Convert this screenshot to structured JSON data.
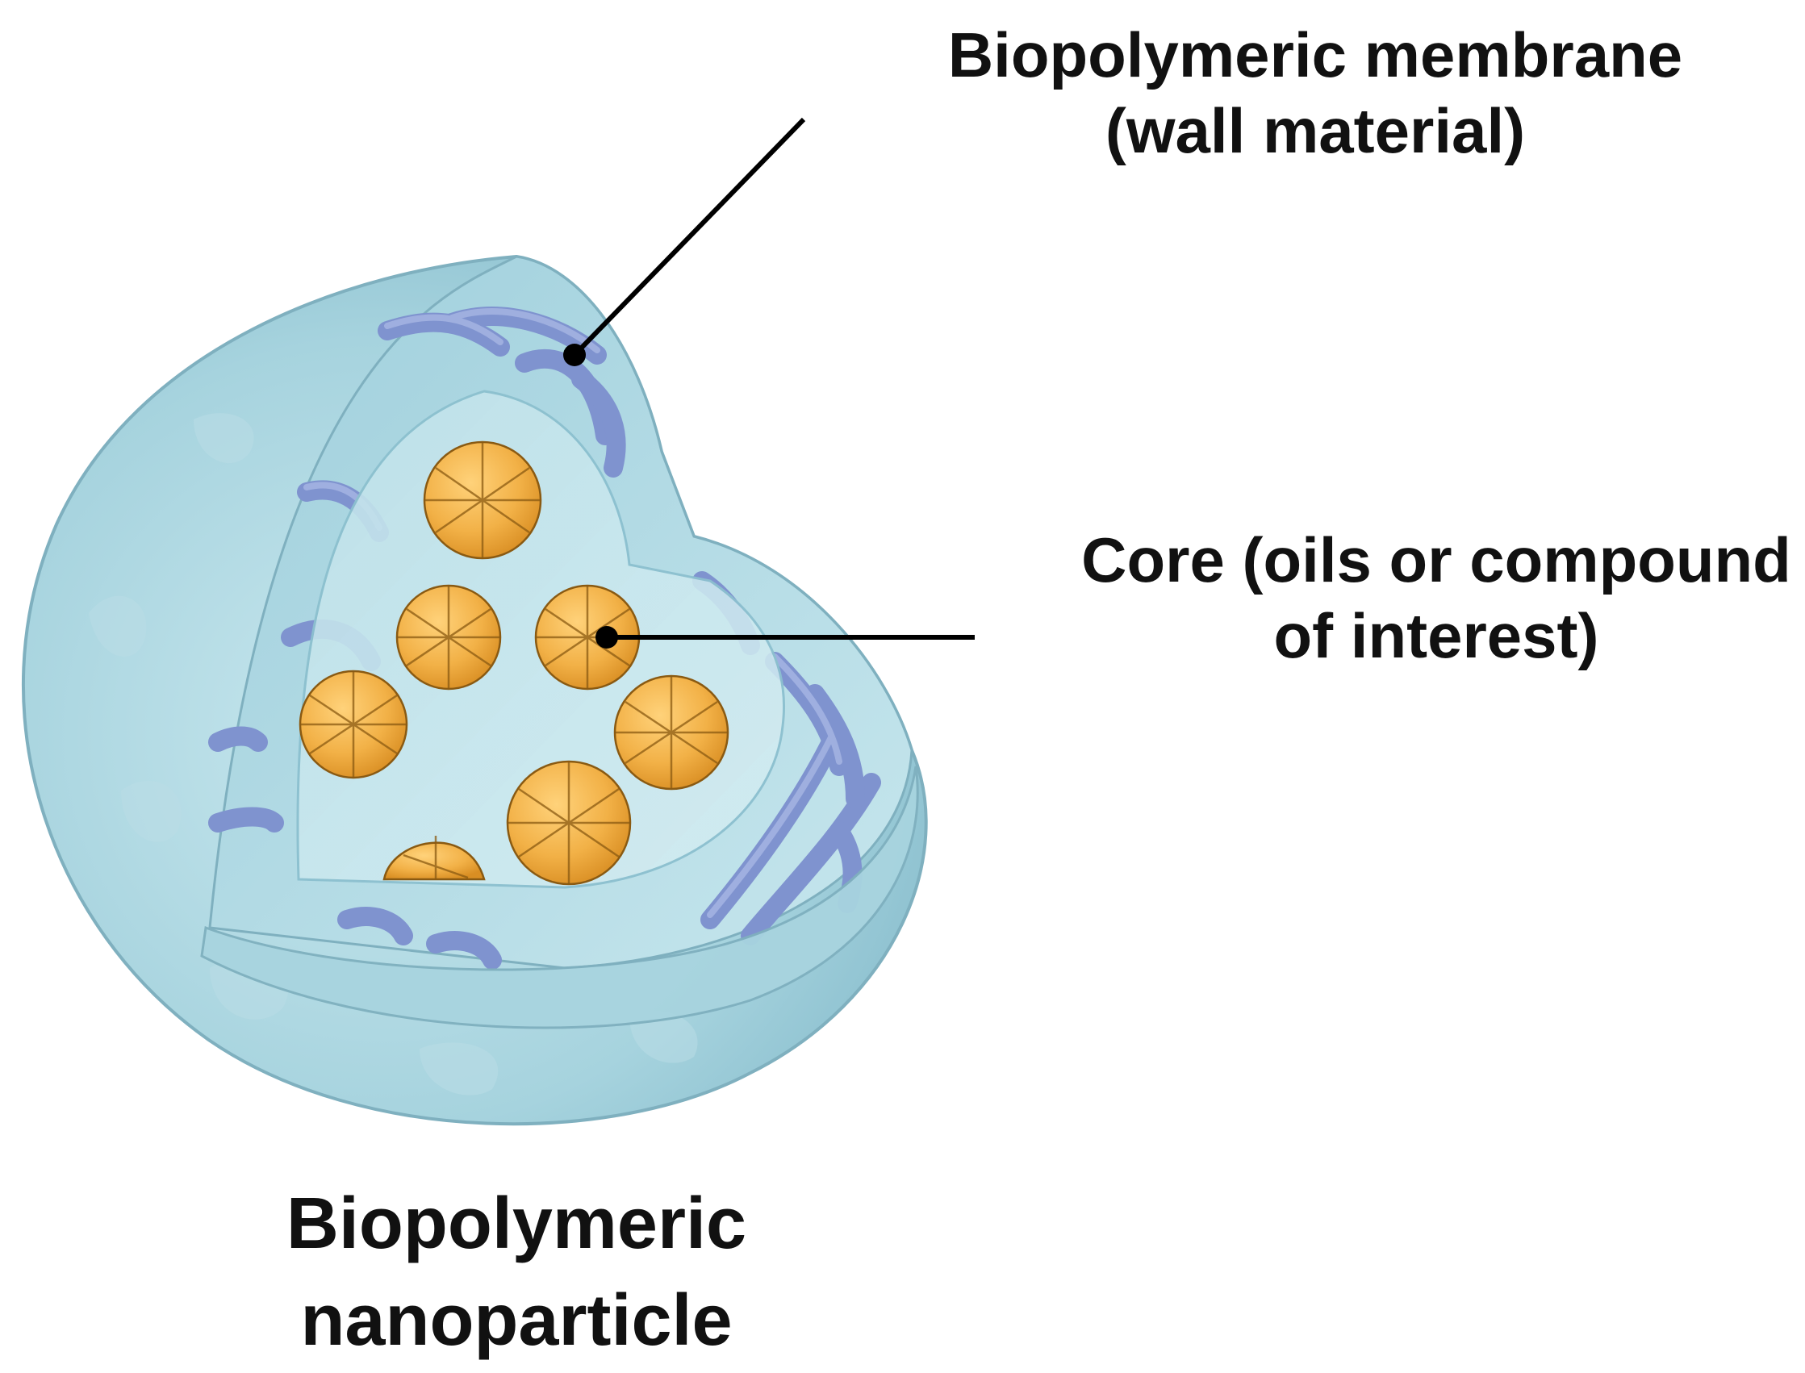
{
  "labels": {
    "membrane": {
      "line1": "Biopolymeric membrane",
      "line2": "(wall material)"
    },
    "core": {
      "line1": "Core (oils or compound",
      "line2": "of interest)"
    },
    "nanoparticle": {
      "line1": "Biopolymeric",
      "line2": "nanoparticle"
    }
  },
  "colors": {
    "shell": "#a9d6e0",
    "shell_edge": "#86b9c8",
    "inner": "#c4e3ea",
    "fiber": "#7f93cf",
    "fiber_edge": "#5a6fb2",
    "core_particle": "#f3b64b",
    "core_particle_edge": "#8a5a12",
    "leader_line": "#000000"
  }
}
